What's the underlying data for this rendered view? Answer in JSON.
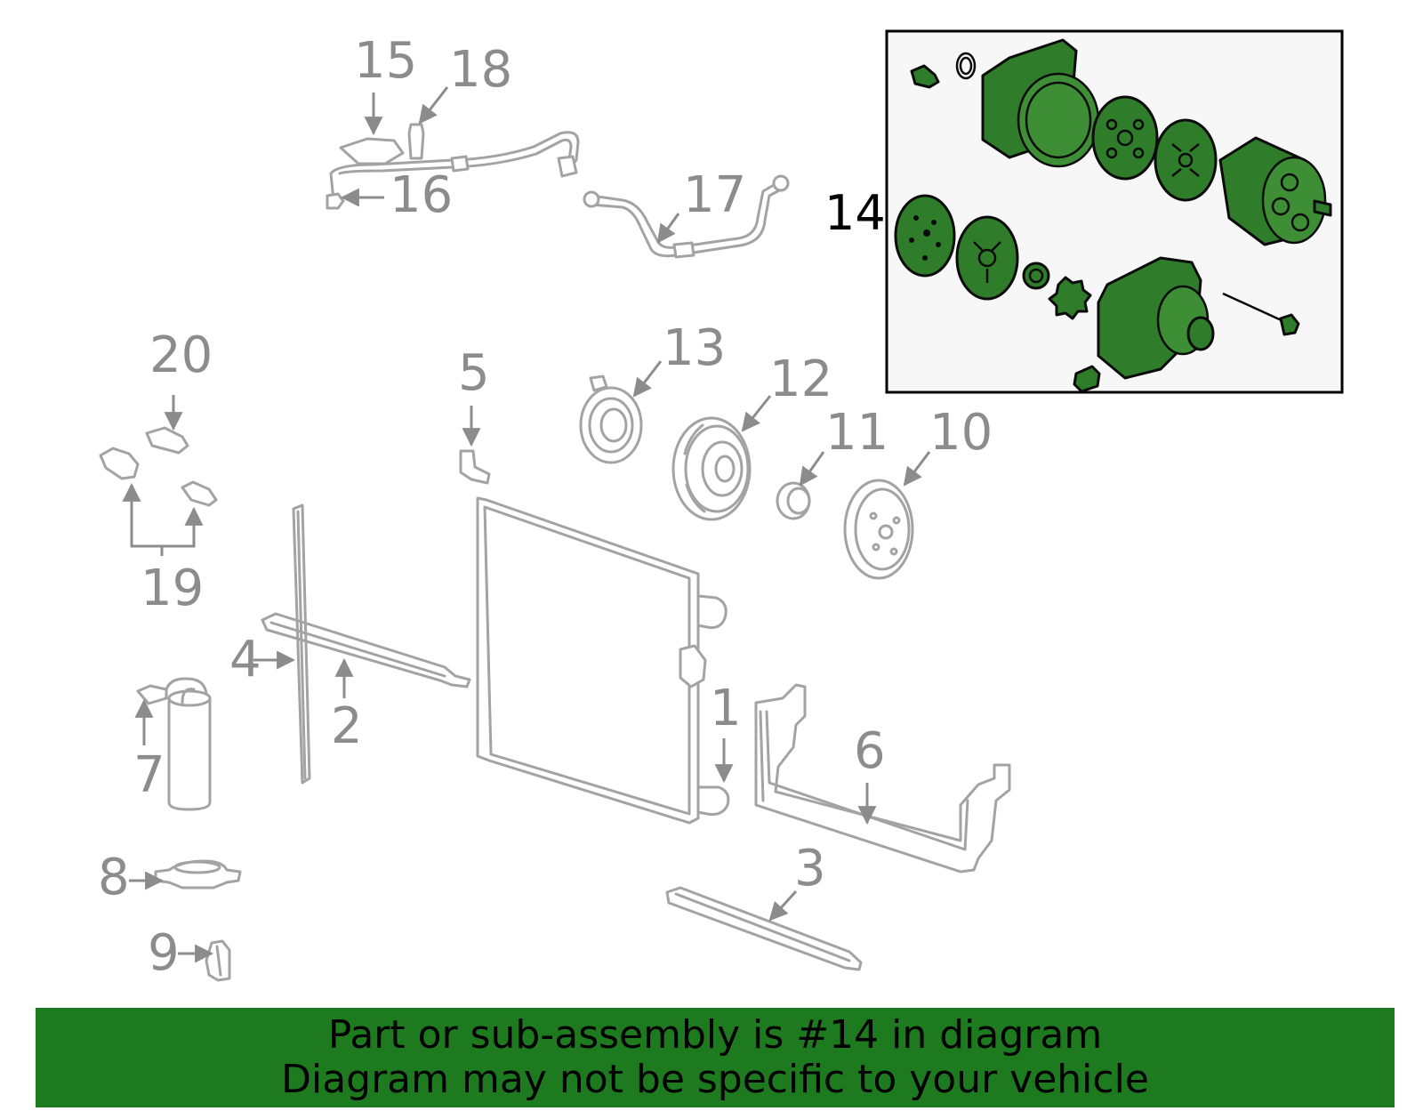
{
  "diagram": {
    "labels": {
      "l1": "1",
      "l2": "2",
      "l3": "3",
      "l4": "4",
      "l5": "5",
      "l6": "6",
      "l7": "7",
      "l8": "8",
      "l9": "9",
      "l10": "10",
      "l11": "11",
      "l12": "12",
      "l13": "13",
      "l14": "14",
      "l15": "15",
      "l16": "16",
      "l17": "17",
      "l18": "18",
      "l19": "19",
      "l20": "20"
    },
    "highlight_color": "#2f7d2a",
    "part_color": "#a3a3a3"
  },
  "banner": {
    "line1": "Part or sub-assembly is #14 in diagram",
    "line2": "Diagram may not be specific to your vehicle",
    "background": "#1e7a1e"
  }
}
